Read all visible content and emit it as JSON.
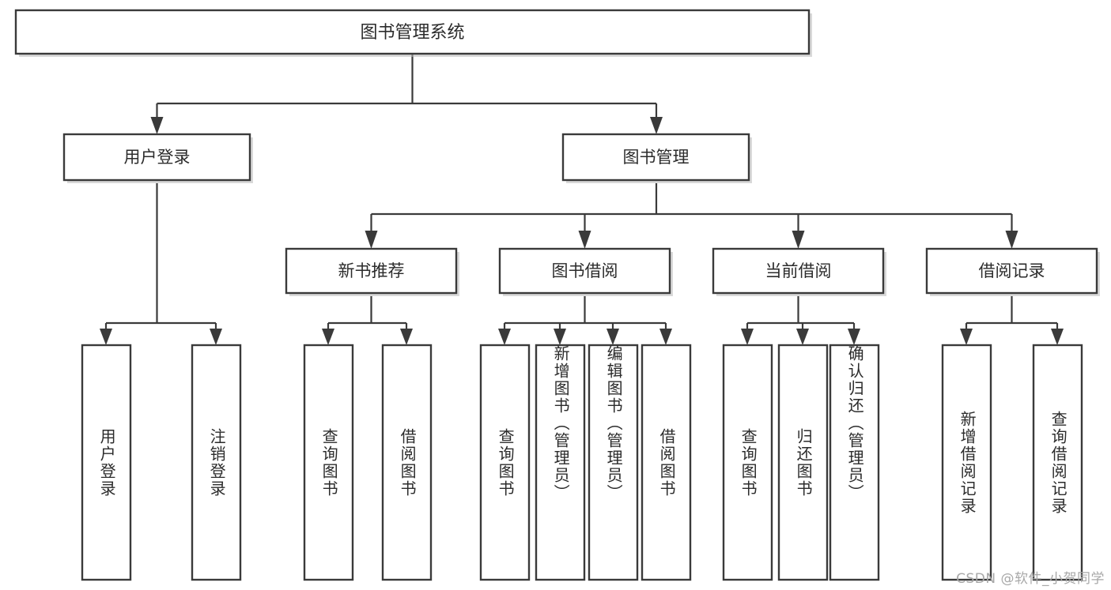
{
  "diagram": {
    "type": "tree-hierarchy",
    "title": "图书管理系统",
    "watermark": "CSDN @软件_小贺同学",
    "colors": {
      "box_stroke": "#3a3a3a",
      "box_fill": "#ffffff",
      "connector": "#3a3a3a",
      "text": "#2b2b2b",
      "watermark": "#a8a8a8",
      "background": "#ffffff"
    },
    "root": {
      "label": "图书管理系统"
    },
    "level2": [
      {
        "label": "用户登录"
      },
      {
        "label": "图书管理"
      }
    ],
    "level3": [
      {
        "label": "新书推荐"
      },
      {
        "label": "图书借阅"
      },
      {
        "label": "当前借阅"
      },
      {
        "label": "借阅记录"
      }
    ],
    "leaves": {
      "user_login": [
        {
          "label": "用户登录"
        },
        {
          "label": "注销登录"
        }
      ],
      "new_book_recommend": [
        {
          "label": "查询图书"
        },
        {
          "label": "借阅图书"
        }
      ],
      "book_borrow": [
        {
          "label": "查询图书"
        },
        {
          "label": "新增图书（管理员）"
        },
        {
          "label": "编辑图书（管理员）"
        },
        {
          "label": "借阅图书"
        }
      ],
      "current_borrow": [
        {
          "label": "查询图书"
        },
        {
          "label": "归还图书"
        },
        {
          "label": "确认归还（管理员）"
        }
      ],
      "borrow_record": [
        {
          "label": "新增借阅记录"
        },
        {
          "label": "查询借阅记录"
        }
      ]
    }
  }
}
